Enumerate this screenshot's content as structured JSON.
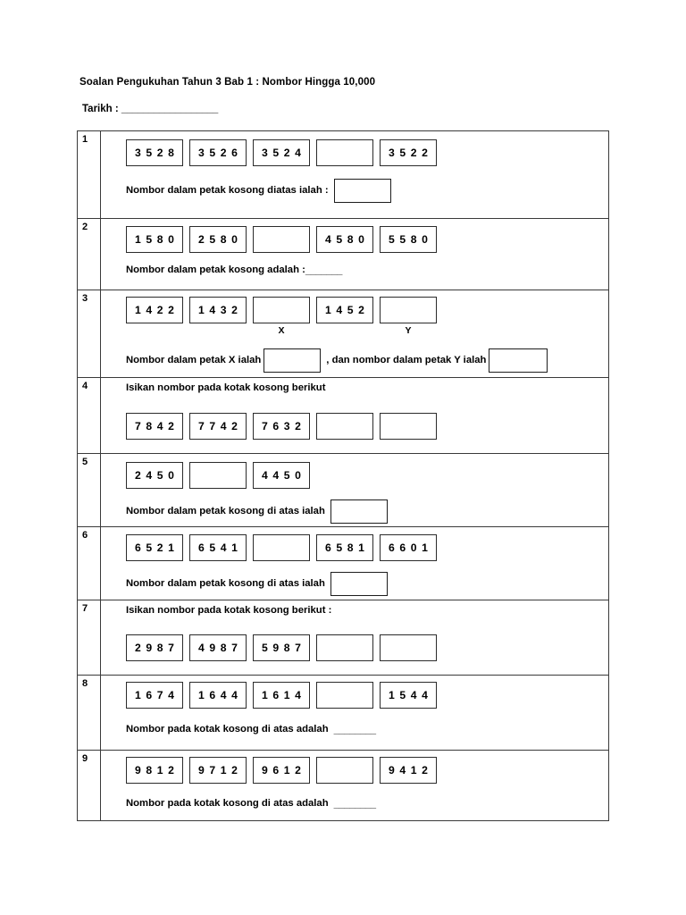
{
  "document": {
    "title": "Soalan Pengukuhan Tahun 3 Bab 1 : Nombor Hingga 10,000",
    "date_label": "Tarikh : ",
    "date_rule": "__________________"
  },
  "questions": [
    {
      "number": "1",
      "boxes": [
        "3 5 2 8",
        "3 5 2 6",
        "3 5 2 4",
        "",
        "3 5 2 2"
      ],
      "answer_text": "Nombor dalam petak kosong diatas ialah :"
    },
    {
      "number": "2",
      "boxes": [
        "1 5 8 0",
        "2 5 8 0",
        "",
        "4 5 8 0",
        "5 5 8 0"
      ],
      "answer_text": "Nombor dalam petak kosong adalah :",
      "answer_rule": "_______"
    },
    {
      "number": "3",
      "boxes": [
        "1 4 2 2",
        "1 4 3 2",
        "",
        "1 4 5 2",
        ""
      ],
      "labels": [
        "",
        "",
        "X",
        "",
        "Y"
      ],
      "answer_text_1": "Nombor dalam petak X ialah",
      "answer_text_2": ", dan nombor dalam petak Y ialah"
    },
    {
      "number": "4",
      "instruction": "Isikan nombor pada kotak kosong berikut",
      "boxes": [
        "7 8 4 2",
        "7 7 4 2",
        "7 6 3 2",
        "",
        ""
      ]
    },
    {
      "number": "5",
      "boxes": [
        "2 4 5 0",
        "",
        "4 4 5 0"
      ],
      "answer_text": "Nombor dalam petak kosong di atas ialah"
    },
    {
      "number": "6",
      "boxes": [
        "6 5 2 1",
        "6 5 4 1",
        "",
        "6 5 8 1",
        "6 6 0 1"
      ],
      "answer_text": "Nombor dalam petak kosong di atas ialah"
    },
    {
      "number": "7",
      "instruction": "Isikan nombor pada kotak kosong berikut :",
      "boxes": [
        "2 9 8 7",
        "4 9 8 7",
        "5 9 8 7",
        "",
        ""
      ]
    },
    {
      "number": "8",
      "boxes": [
        "1 6 7 4",
        "1 6 4 4",
        "1 6 1 4",
        "",
        "1 5 4 4"
      ],
      "answer_text": "Nombor pada kotak kosong di atas adalah",
      "answer_rule": "________"
    },
    {
      "number": "9",
      "boxes": [
        "9 8 1 2",
        "9 7 1 2",
        "9 6 1 2",
        "",
        "9 4 1 2"
      ],
      "answer_text": "Nombor pada kotak kosong di atas adalah",
      "answer_rule": "________"
    }
  ]
}
